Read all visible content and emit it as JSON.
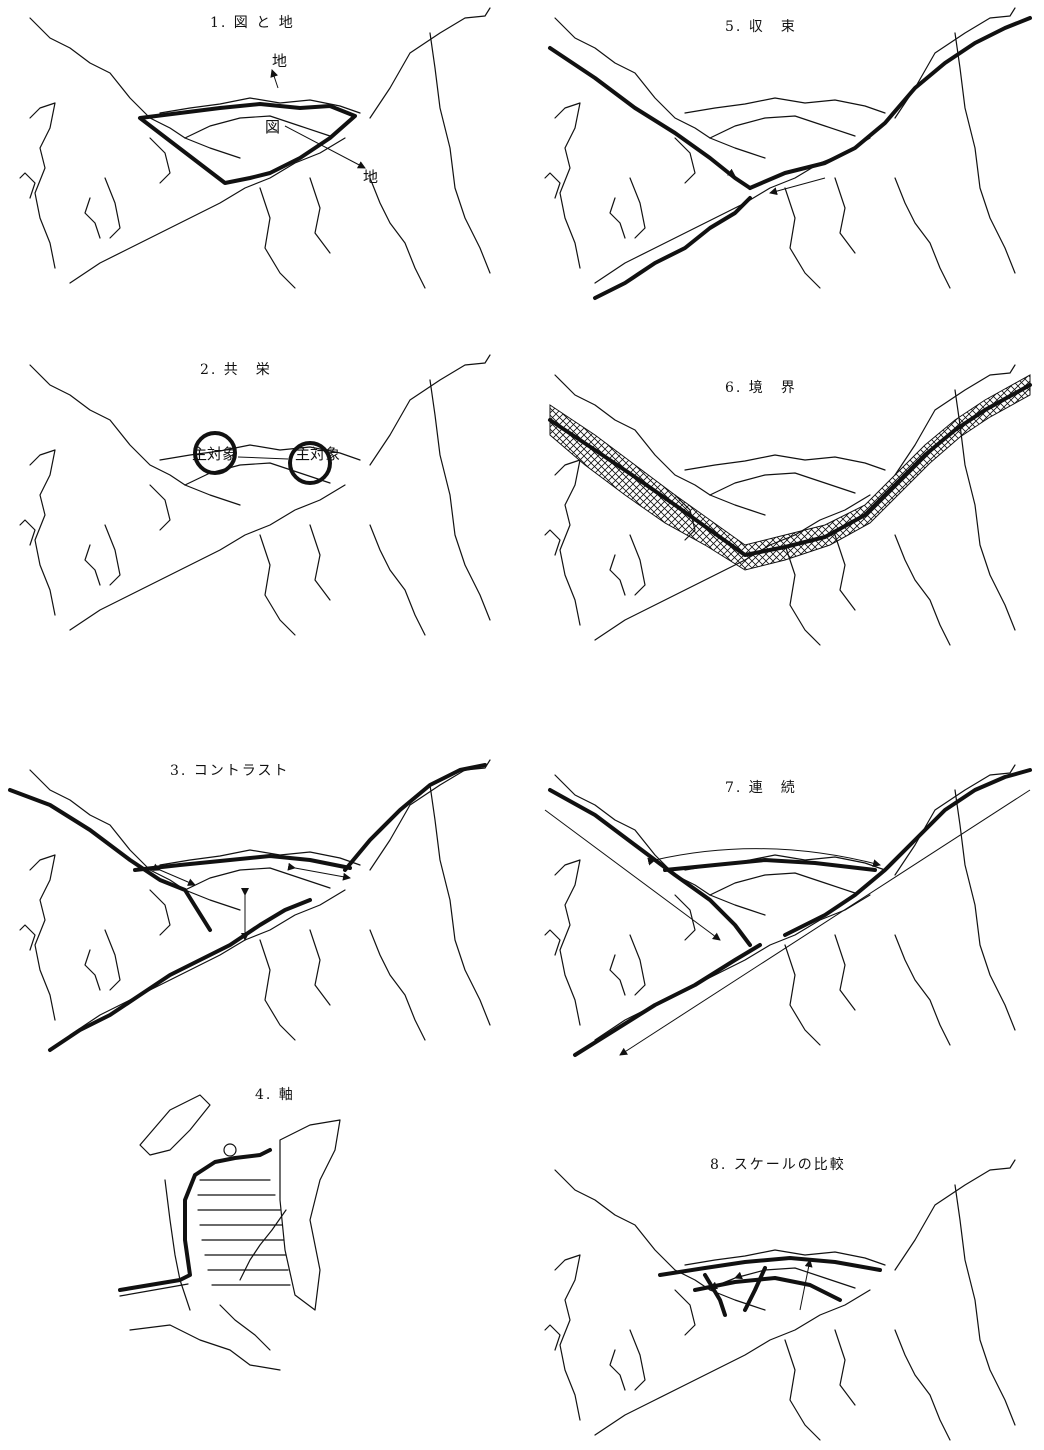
{
  "panels": [
    {
      "title": "1. 図 と 地",
      "labels": {
        "ground_top": "地",
        "figure": "図",
        "ground_right": "地"
      }
    },
    {
      "title": "2. 共　栄",
      "labels": {
        "subject_left": "主対象",
        "subject_right": "主対象"
      }
    },
    {
      "title": "3. コントラスト"
    },
    {
      "title": "4. 軸"
    },
    {
      "title": "5. 収　束"
    },
    {
      "title": "6. 境　界"
    },
    {
      "title": "7. 連　続"
    },
    {
      "title": "8. スケールの比較"
    }
  ]
}
